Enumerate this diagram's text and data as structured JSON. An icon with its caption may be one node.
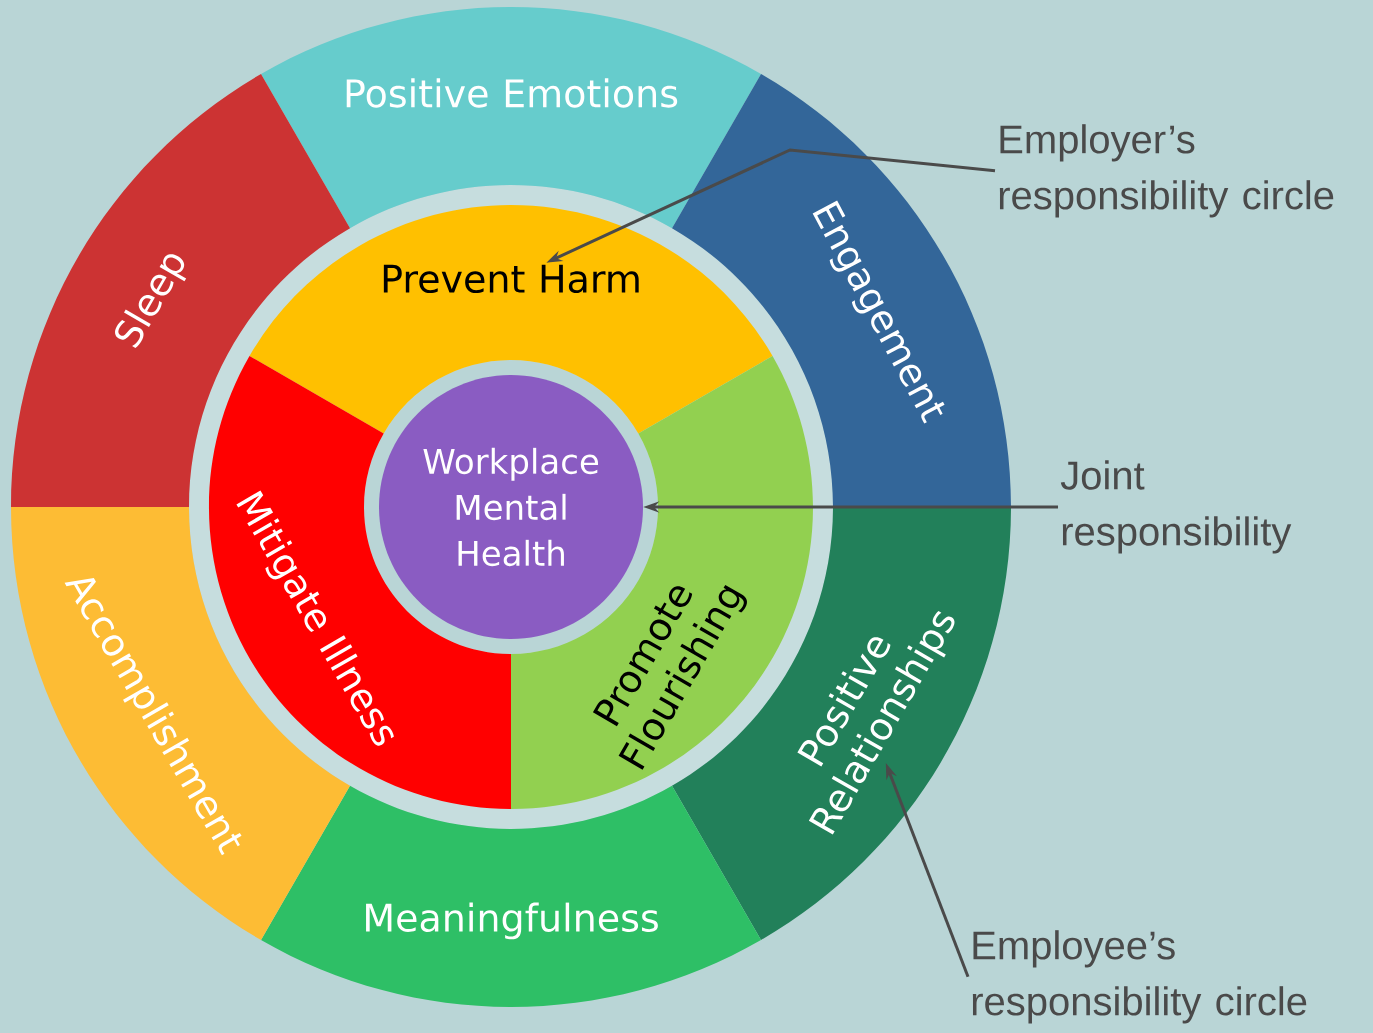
{
  "diagram": {
    "nodes": [
      {
        "text": [
          "Positive Emotions"
        ]
      },
      {
        "text": [
          "Engagement"
        ]
      },
      {
        "text": [
          "Positive Relationships"
        ]
      },
      {
        "text": [
          "Meaningfulness"
        ]
      },
      {
        "text": [
          "Accomplishment"
        ]
      },
      {
        "text": [
          "Sleep"
        ]
      },
      {
        "text": [
          "Prevent Harm"
        ]
      },
      {
        "text": [
          "Mitigate Illness"
        ]
      },
      {
        "text": [
          "Promote Flourishing"
        ]
      },
      {
        "text": [
          "Workplace Mental Health"
        ]
      },
      {
        "text": [
          "Employer’s responsibility circle"
        ]
      },
      {
        "text": [
          "Joint responsibility"
        ]
      },
      {
        "text": [
          "Employee’s responsibility circle"
        ]
      }
    ],
    "edges": [
      {
        "from": 10,
        "to": 6,
        "arrow": "to"
      },
      {
        "from": 11,
        "to": 9,
        "arrow": "to"
      },
      {
        "from": 12,
        "to": 2,
        "arrow": "to"
      }
    ]
  }
}
